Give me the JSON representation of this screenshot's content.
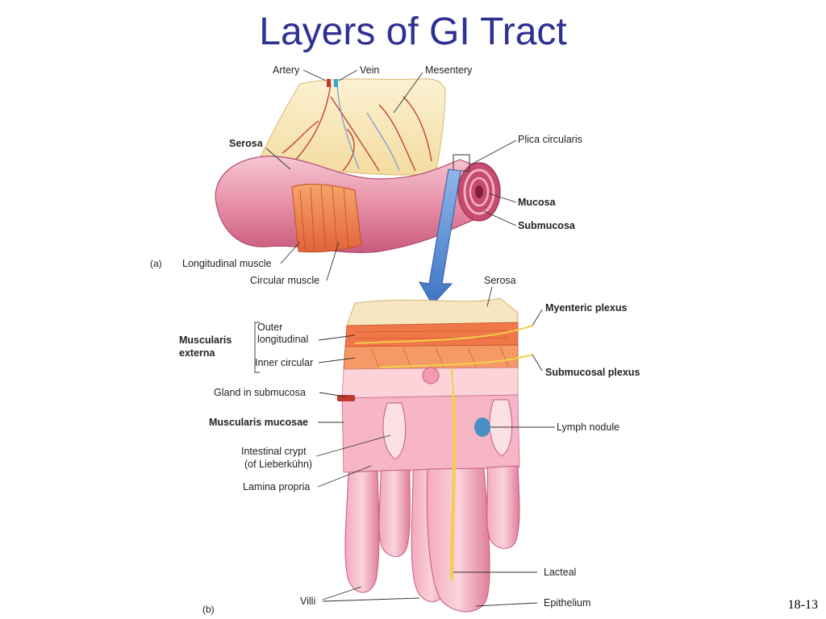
{
  "slide": {
    "title": "Layers of GI Tract",
    "number": "18-13"
  },
  "panel_a": {
    "tag": "(a)",
    "labels": {
      "artery": "Artery",
      "vein": "Vein",
      "mesentery": "Mesentery",
      "serosa": "Serosa",
      "plica": "Plica circularis",
      "mucosa": "Mucosa",
      "submucosa": "Submucosa",
      "longitudinal": "Longitudinal muscle",
      "circular": "Circular muscle"
    }
  },
  "panel_b": {
    "tag": "(b)",
    "labels": {
      "serosa": "Serosa",
      "myenteric": "Myenteric plexus",
      "muscularis_1": "Muscularis",
      "muscularis_2": "externa",
      "outer_1": "Outer",
      "outer_2": "longitudinal",
      "inner": "Inner circular",
      "submucosal": "Submucosal plexus",
      "gland": "Gland in  submucosa",
      "mucosae": "Muscularis mucosae",
      "lymph": "Lymph nodule",
      "crypt_1": "Intestinal crypt",
      "crypt_2": "(of Lieberkühn)",
      "lamina": "Lamina propria",
      "lacteal": "Lacteal",
      "villi": "Villi",
      "epithelium": "Epithelium"
    }
  },
  "colors": {
    "title": "#2e3192",
    "arrow": "#5b8fd6",
    "muscle_band": "#f08a50",
    "intestine": "#e48aa0",
    "mesentery": "#f6e6b4"
  }
}
